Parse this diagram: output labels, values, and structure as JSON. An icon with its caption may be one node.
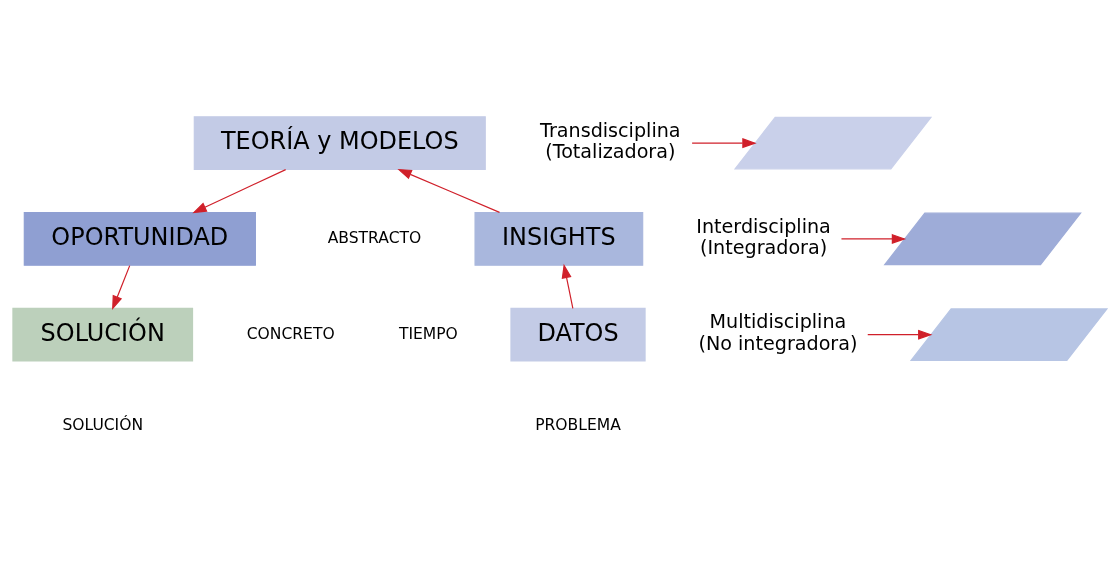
{
  "diagram": {
    "nodes": [
      {
        "text": [
          "TEORÍA y MODELOS"
        ]
      },
      {
        "text": [
          "INSIGHTS"
        ]
      },
      {
        "text": [
          "OPORTUNIDAD"
        ]
      },
      {
        "text": [
          "DATOS"
        ]
      },
      {
        "text": [
          "SOLUCIÓN"
        ]
      },
      {
        "text": [
          "Transdisciplina",
          "(Totalizadora)"
        ]
      },
      {
        "text": [
          "Interdisciplina",
          "(Integradora)"
        ]
      },
      {
        "text": [
          "Multidisciplina",
          "(No integradora)"
        ]
      },
      {
        "text": [],
        "shape": "parallelogram"
      },
      {
        "text": [],
        "shape": "parallelogram"
      },
      {
        "text": [],
        "shape": "parallelogram"
      }
    ],
    "edges": [
      {
        "from": 3,
        "to": 1,
        "arrow": "to"
      },
      {
        "from": 1,
        "to": 0,
        "arrow": "to"
      },
      {
        "from": 0,
        "to": 2,
        "arrow": "to"
      },
      {
        "from": 2,
        "to": 4,
        "arrow": "to"
      },
      {
        "from": 5,
        "to": 8,
        "arrow": "to"
      },
      {
        "from": 6,
        "to": 9,
        "arrow": "to"
      },
      {
        "from": 7,
        "to": 10,
        "arrow": "to"
      }
    ],
    "labels": [
      "ABSTRACTO",
      "TIEMPO",
      "CONCRETO",
      "PROBLEMA",
      "SOLUCIÓN"
    ]
  }
}
